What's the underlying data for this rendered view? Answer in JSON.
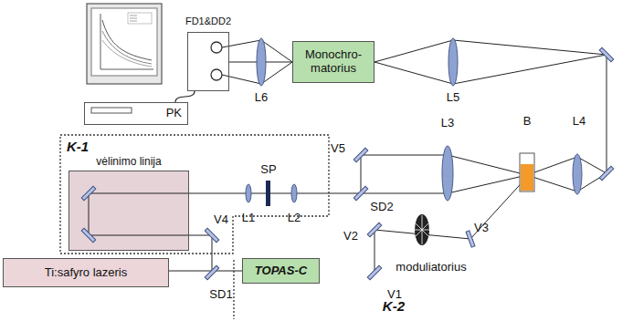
{
  "diagram": {
    "nodes": [
      {
        "text": [
          "FD1&DD2"
        ]
      },
      {
        "text": [
          "Monochro- matorius"
        ]
      },
      {
        "text": [
          "PK"
        ]
      },
      {
        "text": [
          "K-1"
        ]
      },
      {
        "text": [
          "vėlinimo linija"
        ],
        "in": 3
      },
      {
        "text": [
          "K-2"
        ]
      },
      {
        "text": [
          "TOPAS-C"
        ],
        "in": 5
      },
      {
        "text": [
          "Ti:safyro lazeris"
        ]
      }
    ],
    "edges": [
      {
        "from": 7,
        "to": 6,
        "arrow": "none"
      },
      {
        "from": 1,
        "to": 0,
        "arrow": "none"
      },
      {
        "from": 0,
        "to": 2,
        "arrow": "none"
      }
    ],
    "labels": [
      "L6",
      "L5",
      "L3",
      "L4",
      "B",
      "V5",
      "SP",
      "L1",
      "L2",
      "SD2",
      "V4",
      "V2",
      "V3",
      "V1",
      "SD1",
      "moduliatorius"
    ]
  }
}
